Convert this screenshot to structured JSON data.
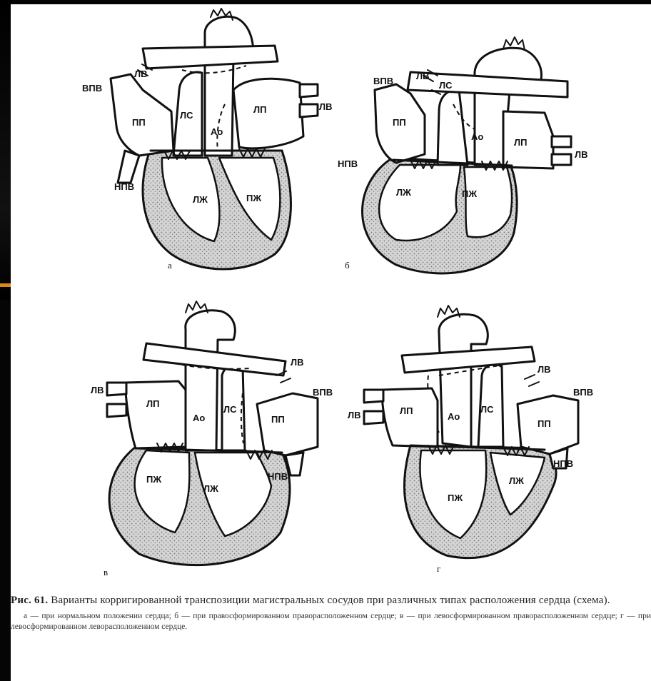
{
  "labels": {
    "lv": "ЛВ",
    "vpv": "ВПВ",
    "npv": "НПВ",
    "pp": "ПП",
    "lp": "ЛП",
    "ls": "ЛС",
    "ao": "Ао",
    "lzh": "ЛЖ",
    "pzh": "ПЖ"
  },
  "panels": [
    {
      "letter": "а"
    },
    {
      "letter": "б"
    },
    {
      "letter": "в"
    },
    {
      "letter": "г"
    }
  ],
  "caption": {
    "figure": "Рис. 61.",
    "title": "Варианты корригированной транспозиции магистральных сосудов при различных типах расположения сердца (схема).",
    "body": "а — при нормальном положении сердца; б — при правосформированном праворасположенном сердце; в — при левосформированном праворасположенном сердце; г — при левосформированном леворасположенном сердце."
  },
  "colors": {
    "background": "#050505",
    "accent": "#d98a18",
    "paper": "#ffffff",
    "ink": "#111111"
  }
}
